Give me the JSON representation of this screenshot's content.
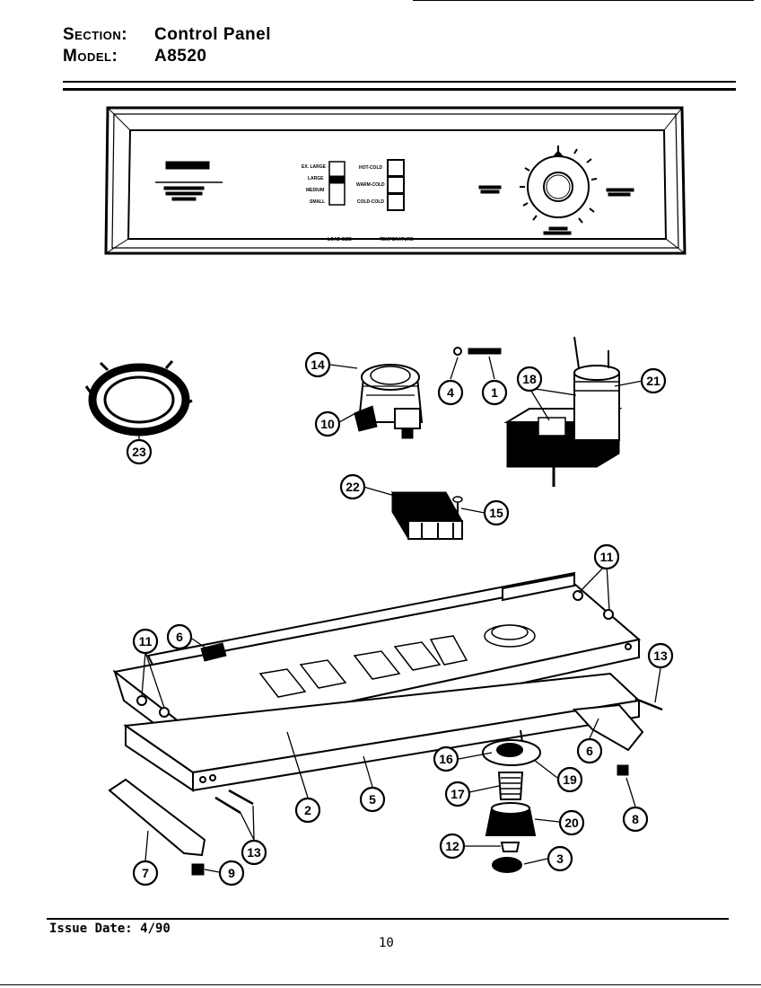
{
  "header": {
    "section_label": "Section:",
    "section_value": "Control Panel",
    "model_label": "Model:",
    "model_value": "A8520"
  },
  "footer": {
    "issue_date": "Issue Date: 4/90",
    "page_number": "10"
  },
  "panel_labels": {
    "load_size": "LOAD SIZE",
    "temperature": "TEMPERATURE",
    "extra_large": "EX. LARGE",
    "large": "LARGE",
    "medium": "MEDIUM",
    "small": "SMALL",
    "hot_cold": "HOT-COLD",
    "warm_cold": "WARM-COLD",
    "cold_cold": "COLD-COLD"
  },
  "callouts": [
    "1",
    "2",
    "3",
    "4",
    "5",
    "6",
    "6",
    "7",
    "8",
    "9",
    "10",
    "11",
    "11",
    "12",
    "13",
    "13",
    "14",
    "15",
    "16",
    "17",
    "18",
    "19",
    "20",
    "21",
    "22",
    "23"
  ]
}
